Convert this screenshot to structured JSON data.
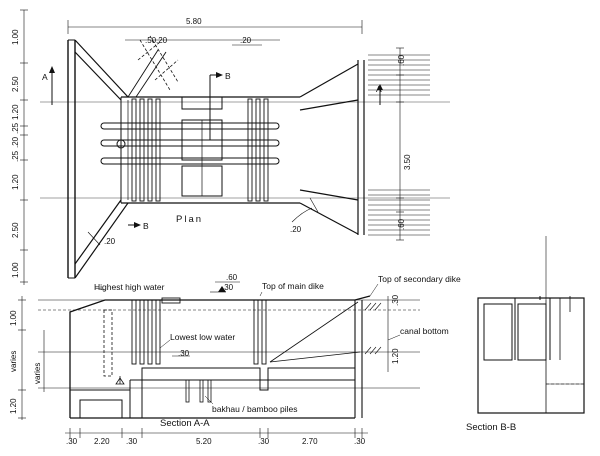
{
  "plan": {
    "title": "Plan",
    "top_dim": "5.80",
    "dim_050": ".50",
    "dim_020a": ".20",
    "dim_020b": ".20",
    "dim_020c": ".20",
    "dim_020d": ".20",
    "dim_060a": ".60",
    "dim_060b": ".60",
    "dim_350": "3.50",
    "section_a": "A",
    "section_b": "B",
    "left_dims": [
      "1.00",
      "2.50",
      "1.20",
      ".25",
      ".20",
      ".25",
      "1.20",
      "2.50",
      "1.00"
    ]
  },
  "section_aa": {
    "title": "Section A-A",
    "highest_high_water": "Highest high water",
    "lowest_low_water": "Lowest low water",
    "top_main_dike": "Top of main dike",
    "top_secondary_dike": "Top of secondary dike",
    "canal_bottom": "canal bottom",
    "piles": "bakhau / bamboo piles",
    "dim_030_top": ".30",
    "dim_060": ".60",
    "dim_030_mid": ".30",
    "dim_030_right": ".30",
    "dim_120_right": "1.20",
    "left_dims": [
      "1.00",
      "varies",
      "varies",
      "1.20"
    ],
    "bottom_dims": [
      ".30",
      "2.20",
      ".30",
      "5.20",
      ".30",
      "2.70",
      ".30"
    ]
  },
  "section_bb": {
    "title": "Section B-B"
  }
}
